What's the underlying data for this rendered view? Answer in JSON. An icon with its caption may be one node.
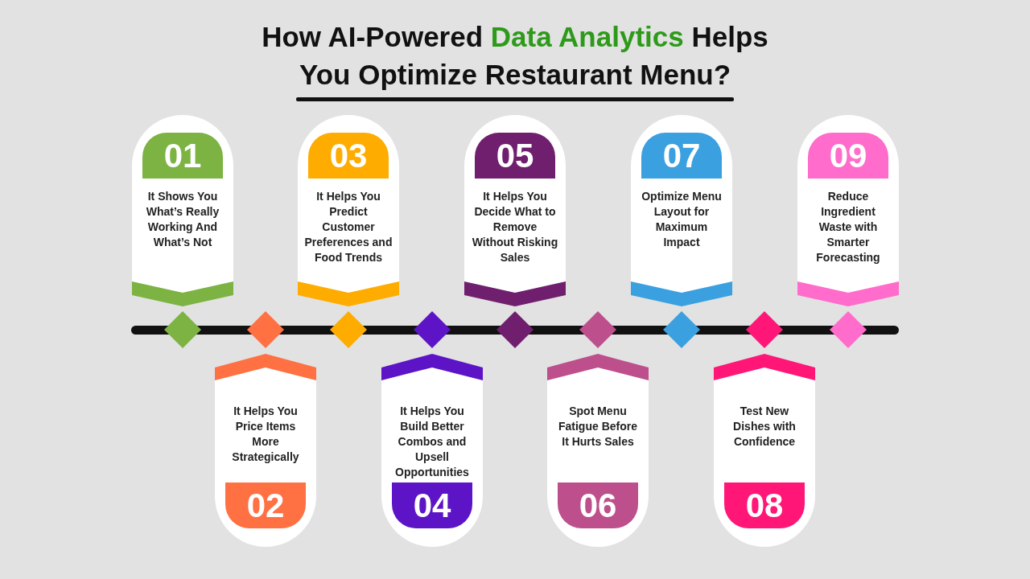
{
  "diagram": {
    "title": "How AI-Powered **Data Analytics** Helps You Optimize Restaurant Menu?",
    "nodes": [
      {
        "text": [
          "01",
          "It Shows You What’s Really Working And What’s Not"
        ]
      },
      {
        "text": [
          "It Helps You Price Items More Strategically",
          "02"
        ]
      },
      {
        "text": [
          "03",
          "It Helps You Predict Customer Preferences and Food Trends"
        ]
      },
      {
        "text": [
          "It Helps You Build Better Combos and Upsell Opportunities",
          "04"
        ]
      },
      {
        "text": [
          "05",
          "It Helps You Decide What to Remove Without Risking Sales"
        ]
      },
      {
        "text": [
          "Spot Menu Fatigue Before It Hurts Sales",
          "06"
        ]
      },
      {
        "text": [
          "07",
          "Optimize Menu Layout for Maximum Impact"
        ]
      },
      {
        "text": [
          "Test New Dishes with Confidence",
          "08"
        ]
      },
      {
        "text": [
          "09",
          "Reduce Ingredient Waste with Smarter Forecasting"
        ]
      }
    ],
    "edges": []
  }
}
